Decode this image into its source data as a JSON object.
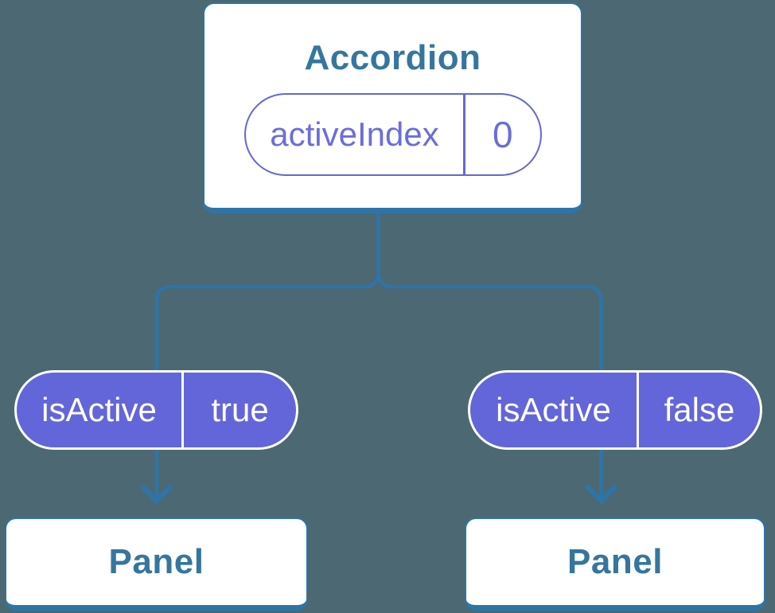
{
  "colors": {
    "background": "#4C6872",
    "connector_blue": "#2E74A7",
    "heading_text_blue": "#35769E",
    "pill_purple_fill": "#6366D8",
    "pill_purple_outline": "#6467D5",
    "pill_purple_text": "#6A6EDB",
    "pill_text_white": "#FFFFFF",
    "node_background": "#FFFFFF"
  },
  "tree": {
    "root": {
      "title": "Accordion",
      "state": {
        "name": "activeIndex",
        "value": "0"
      }
    },
    "children": [
      {
        "prop": {
          "name": "isActive",
          "value": "true"
        },
        "target": {
          "title": "Panel"
        }
      },
      {
        "prop": {
          "name": "isActive",
          "value": "false"
        },
        "target": {
          "title": "Panel"
        }
      }
    ]
  }
}
